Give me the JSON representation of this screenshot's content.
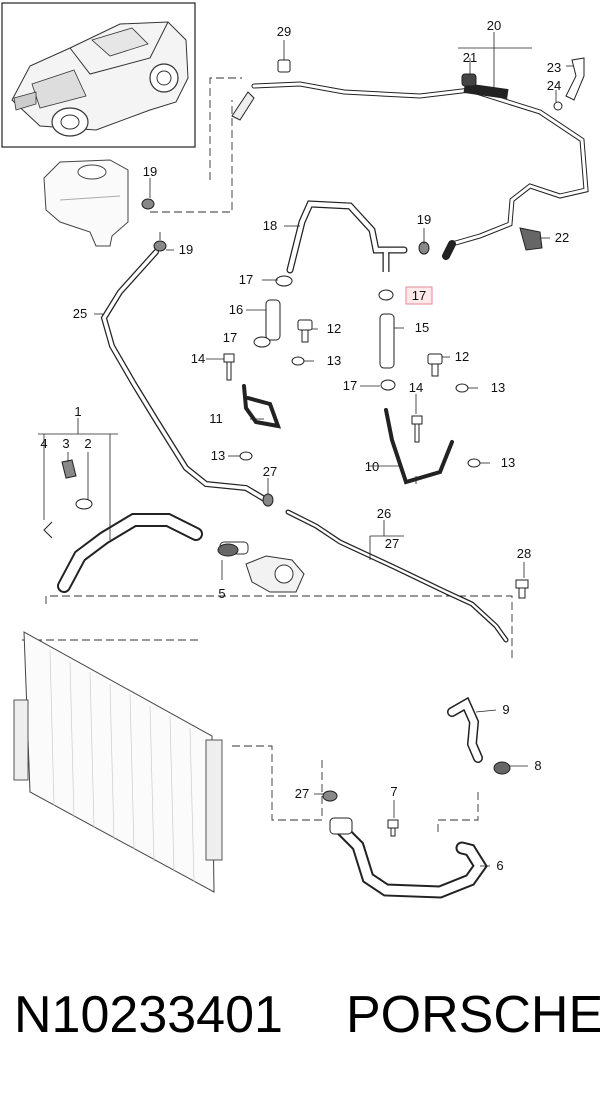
{
  "diagram": {
    "callouts": [
      {
        "id": "29",
        "text": "29"
      },
      {
        "id": "20",
        "text": "20"
      },
      {
        "id": "21",
        "text": "21"
      },
      {
        "id": "23",
        "text": "23"
      },
      {
        "id": "24",
        "text": "24"
      },
      {
        "id": "19a",
        "text": "19"
      },
      {
        "id": "19b",
        "text": "19"
      },
      {
        "id": "19c",
        "text": "19"
      },
      {
        "id": "18",
        "text": "18"
      },
      {
        "id": "22",
        "text": "22"
      },
      {
        "id": "17a",
        "text": "17"
      },
      {
        "id": "17b",
        "text": "17",
        "highlight": true
      },
      {
        "id": "17c",
        "text": "17"
      },
      {
        "id": "17d",
        "text": "17"
      },
      {
        "id": "25",
        "text": "25"
      },
      {
        "id": "16",
        "text": "16"
      },
      {
        "id": "15",
        "text": "15"
      },
      {
        "id": "12a",
        "text": "12"
      },
      {
        "id": "12b",
        "text": "12"
      },
      {
        "id": "14a",
        "text": "14"
      },
      {
        "id": "14b",
        "text": "14"
      },
      {
        "id": "13a",
        "text": "13"
      },
      {
        "id": "13b",
        "text": "13"
      },
      {
        "id": "13c",
        "text": "13"
      },
      {
        "id": "13d",
        "text": "13"
      },
      {
        "id": "11",
        "text": "11"
      },
      {
        "id": "10",
        "text": "10"
      },
      {
        "id": "1",
        "text": "1"
      },
      {
        "id": "4",
        "text": "4"
      },
      {
        "id": "3",
        "text": "3"
      },
      {
        "id": "2",
        "text": "2"
      },
      {
        "id": "27a",
        "text": "27"
      },
      {
        "id": "26",
        "text": "26"
      },
      {
        "id": "27b",
        "text": "27"
      },
      {
        "id": "28",
        "text": "28"
      },
      {
        "id": "5",
        "text": "5"
      },
      {
        "id": "9",
        "text": "9"
      },
      {
        "id": "8",
        "text": "8"
      },
      {
        "id": "27c",
        "text": "27"
      },
      {
        "id": "7",
        "text": "7"
      },
      {
        "id": "6",
        "text": "6"
      }
    ],
    "highlight_color": "#e58a95"
  },
  "footer": {
    "part_number": "N10233401",
    "brand": "PORSCHE"
  }
}
